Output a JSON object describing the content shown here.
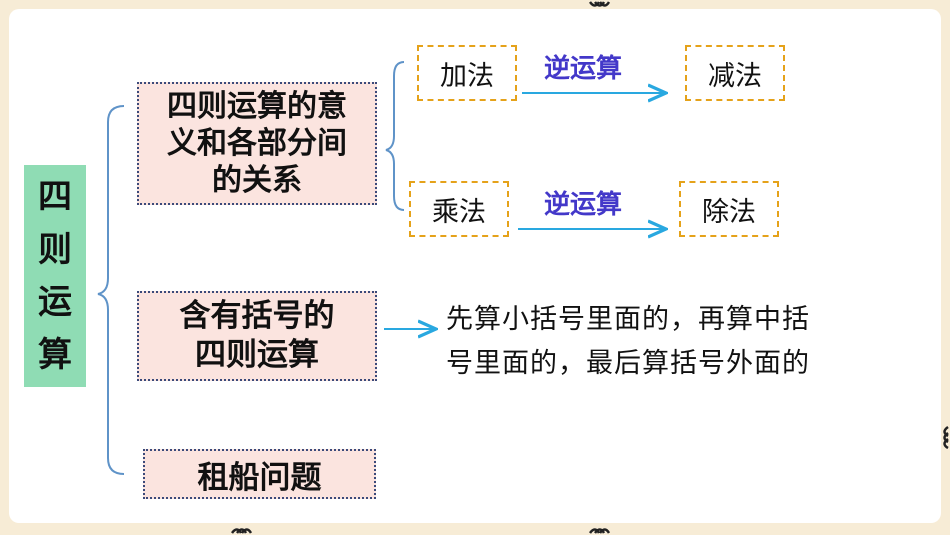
{
  "root": {
    "chars": [
      "四",
      "则",
      "运",
      "算"
    ]
  },
  "branches": {
    "meaning": {
      "line1": "四则运算的意",
      "line2": "义和各部分间",
      "line3": "的关系"
    },
    "brackets": {
      "line1": "含有括号的",
      "line2": "四则运算"
    },
    "boat": {
      "label": "租船问题"
    }
  },
  "relations": {
    "add": "加法",
    "subtract": "减法",
    "multiply": "乘法",
    "divide": "除法",
    "inverse_label_1": "逆运算",
    "inverse_label_2": "逆运算"
  },
  "rule": {
    "line1": "先算小括号里面的，再算中括",
    "line2": "号里面的，最后算括号外面的"
  },
  "colors": {
    "root_bg": "#8fdcb4",
    "branch_bg": "#fbe4df",
    "connector": "#5f93c8",
    "arrow": "#29a8e0",
    "inverse_text": "#4338c9",
    "box_border": "#e5a21a"
  }
}
